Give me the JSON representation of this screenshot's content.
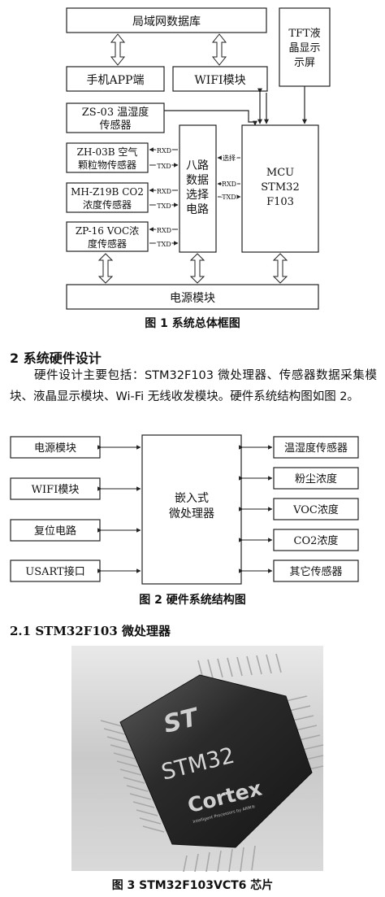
{
  "figure1": {
    "caption": "图 1    系统总体框图",
    "blocks": {
      "database": "局域网数据库",
      "phone_app": "手机APP端",
      "wifi": "WIFI模块",
      "tft_lines": [
        "TFT液",
        "晶显示",
        "示屏"
      ],
      "zs03_lines": [
        "ZS-03 温湿度",
        "传感器"
      ],
      "zh03b_lines": [
        "ZH-03B 空气",
        "颗粒物传感器"
      ],
      "mhz19b_lines": [
        "MH-Z19B CO2",
        "浓度传感器"
      ],
      "zp16_lines": [
        "ZP-16 VOC浓",
        "度传感器"
      ],
      "mux_lines": [
        "八路",
        "数据",
        "选择",
        "电路"
      ],
      "mcu_lines": [
        "MCU",
        "STM32",
        "F103"
      ],
      "power": "电源模块"
    },
    "signals": {
      "rxd": "RXD",
      "txd": "TXD",
      "select": "选择"
    }
  },
  "section2": {
    "title": "2   系统硬件设计",
    "paragraph": "硬件设计主要包括：STM32F103 微处理器、传感器数据采集模块、液晶显示模块、Wi-Fi 无线收发模块。硬件系统结构图如图 2。"
  },
  "figure2": {
    "caption": "图 2    硬件系统结构图",
    "center_lines": [
      "嵌入式",
      "微处理器"
    ],
    "left_blocks": [
      "电源模块",
      "WIFI模块",
      "复位电路",
      "USART接口"
    ],
    "right_blocks": [
      "温湿度传感器",
      "粉尘浓度",
      "VOC浓度",
      "CO2浓度",
      "其它传感器"
    ]
  },
  "section21": {
    "title": "2.1    STM32F103 微处理器"
  },
  "figure3": {
    "caption": "图 3    STM32F103VCT6 芯片",
    "chip": {
      "logo": "ST",
      "brand": "STM32",
      "core": "Cortex",
      "tagline": "Intelligent Processors by ARM®"
    }
  }
}
